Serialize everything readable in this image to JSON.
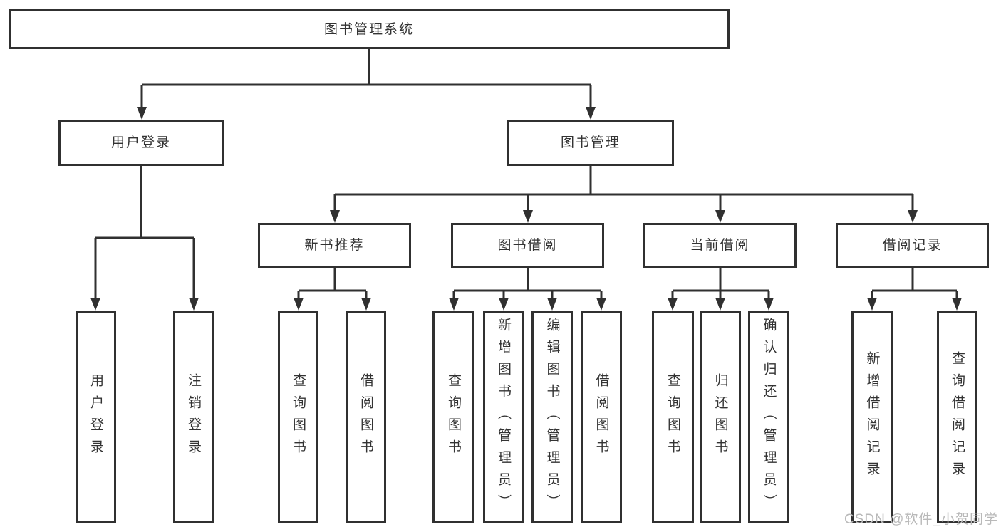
{
  "tree": {
    "root": {
      "label": "图书管理系统"
    },
    "branches": [
      {
        "label": "用户登录",
        "children": [
          {
            "label": "用户登录"
          },
          {
            "label": "注销登录"
          }
        ]
      },
      {
        "label": "图书管理",
        "children": [
          {
            "label": "新书推荐",
            "children": [
              {
                "label": "查询图书"
              },
              {
                "label": "借阅图书"
              }
            ]
          },
          {
            "label": "图书借阅",
            "children": [
              {
                "label": "查询图书"
              },
              {
                "label": "新增图书（管理员）"
              },
              {
                "label": "编辑图书（管理员）"
              },
              {
                "label": "借阅图书"
              }
            ]
          },
          {
            "label": "当前借阅",
            "children": [
              {
                "label": "查询图书"
              },
              {
                "label": "归还图书"
              },
              {
                "label": "确认归还（管理员）"
              }
            ]
          },
          {
            "label": "借阅记录",
            "children": [
              {
                "label": "新增借阅记录"
              },
              {
                "label": "查询借阅记录"
              }
            ]
          }
        ]
      }
    ]
  },
  "watermark": {
    "text": "CSDN @软件_小贺同学"
  },
  "colors": {
    "line": "#303030",
    "text": "#333333",
    "watermark": "#b9b9b9",
    "background": "#ffffff"
  }
}
